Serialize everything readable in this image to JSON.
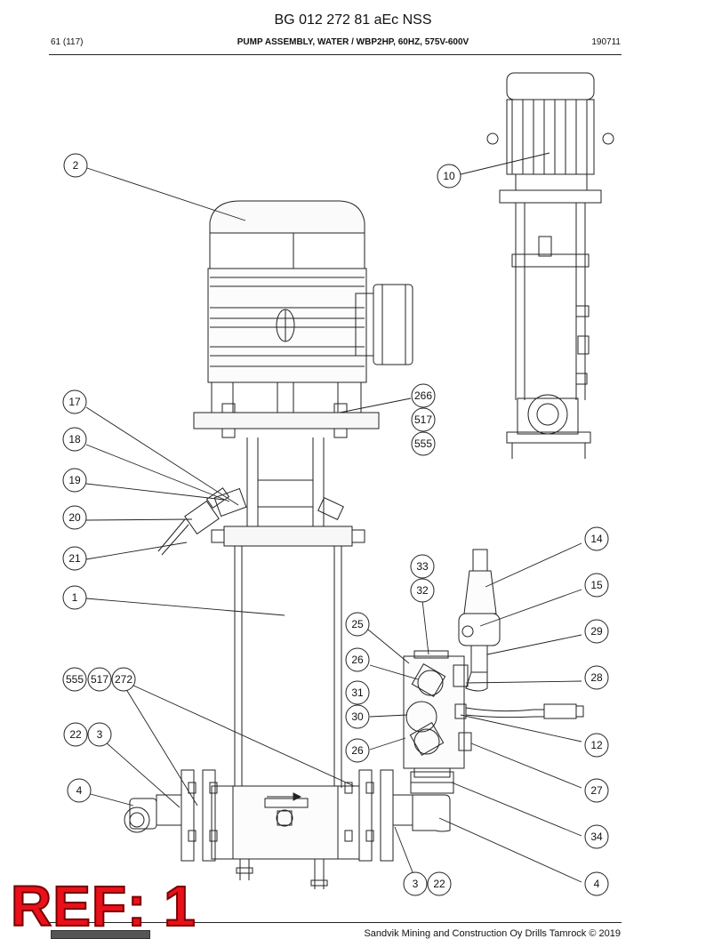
{
  "document": {
    "title": "BG 012 272 81 aEc NSS",
    "page": "61 (117)",
    "heading": "PUMP ASSEMBLY, WATER / WBP2HP, 60HZ, 575V-600V",
    "date": "190711",
    "footer": "Sandvik Mining and Construction Oy Drills Tamrock © 2019"
  },
  "ref_label": "REF: 1",
  "callouts": [
    "2",
    "10",
    "17",
    "18",
    "19",
    "20",
    "21",
    "1",
    "266",
    "517",
    "555",
    "14",
    "33",
    "32",
    "15",
    "25",
    "29",
    "26",
    "28",
    "31",
    "30",
    "12",
    "26",
    "27",
    "4",
    "34",
    "3",
    "22",
    "4",
    "555",
    "517",
    "272",
    "22",
    "3"
  ],
  "colors": {
    "ref": "#e8111a",
    "line": "#222222"
  }
}
